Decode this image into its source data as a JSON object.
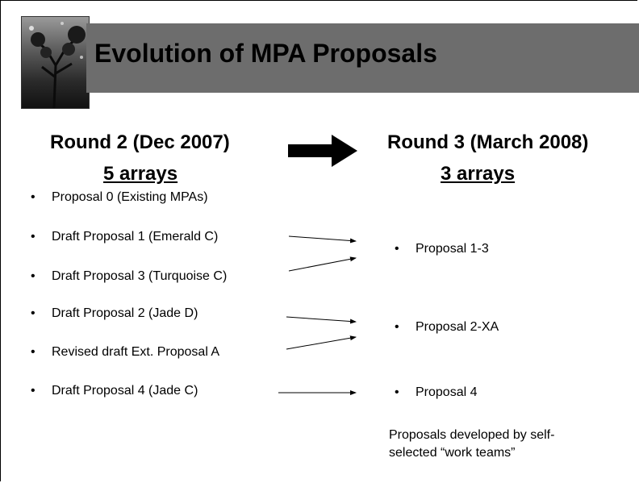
{
  "slide": {
    "title": "Evolution of MPA Proposals",
    "left_column": {
      "heading": "Round 2 (Dec 2007)",
      "subheading": " 5 arrays",
      "items": [
        "Proposal 0 (Existing MPAs)",
        "Draft Proposal 1 (Emerald C)",
        "Draft Proposal 3 (Turquoise C)",
        "Draft Proposal 2 (Jade D)",
        "Revised draft Ext. Proposal A",
        "Draft Proposal 4 (Jade C)"
      ]
    },
    "right_column": {
      "heading": "Round 3 (March 2008)",
      "subheading": " 3 arrays",
      "items": [
        "Proposal 1-3",
        "Proposal 2-XA",
        "Proposal 4"
      ]
    },
    "bullet": "•",
    "note": "Proposals developed by self-selected “work teams”",
    "icons": [
      "photo-thumbnail",
      "big-right-arrow",
      "thin-arrows"
    ]
  }
}
